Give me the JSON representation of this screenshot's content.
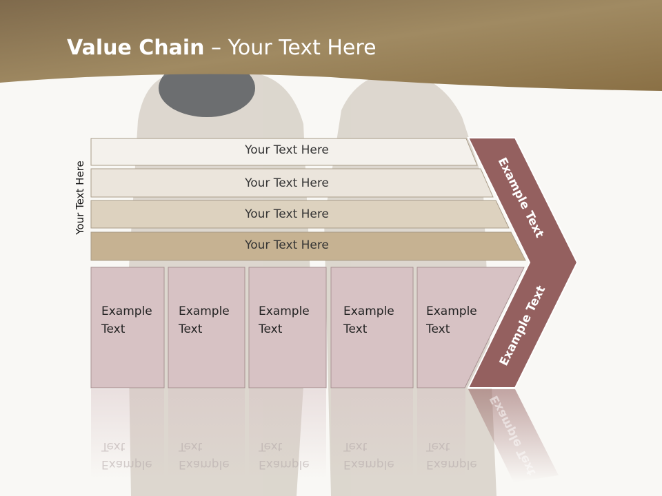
{
  "title": {
    "bold": "Value Chain",
    "rest": " – Your Text Here"
  },
  "vertical_label": "Your Text Here",
  "bars": [
    {
      "label": "Your Text Here"
    },
    {
      "label": "Your Text Here"
    },
    {
      "label": "Your Text Here"
    },
    {
      "label": "Your Text Here"
    }
  ],
  "boxes": [
    {
      "line1": "Example",
      "line2": "Text"
    },
    {
      "line1": "Example",
      "line2": "Text"
    },
    {
      "line1": "Example",
      "line2": "Text"
    },
    {
      "line1": "Example",
      "line2": "Text"
    },
    {
      "line1": "Example",
      "line2": "Text"
    }
  ],
  "chevron": {
    "upper": "Example Text",
    "lower": "Example Text"
  },
  "colors": {
    "header": "#8c7552",
    "chevron": "#94605f",
    "box": "#d7c2c4",
    "bar1": "#f4f1ec",
    "bar2": "#ebe5dc",
    "bar3": "#ddd2bf",
    "bar4": "#c6b292"
  }
}
